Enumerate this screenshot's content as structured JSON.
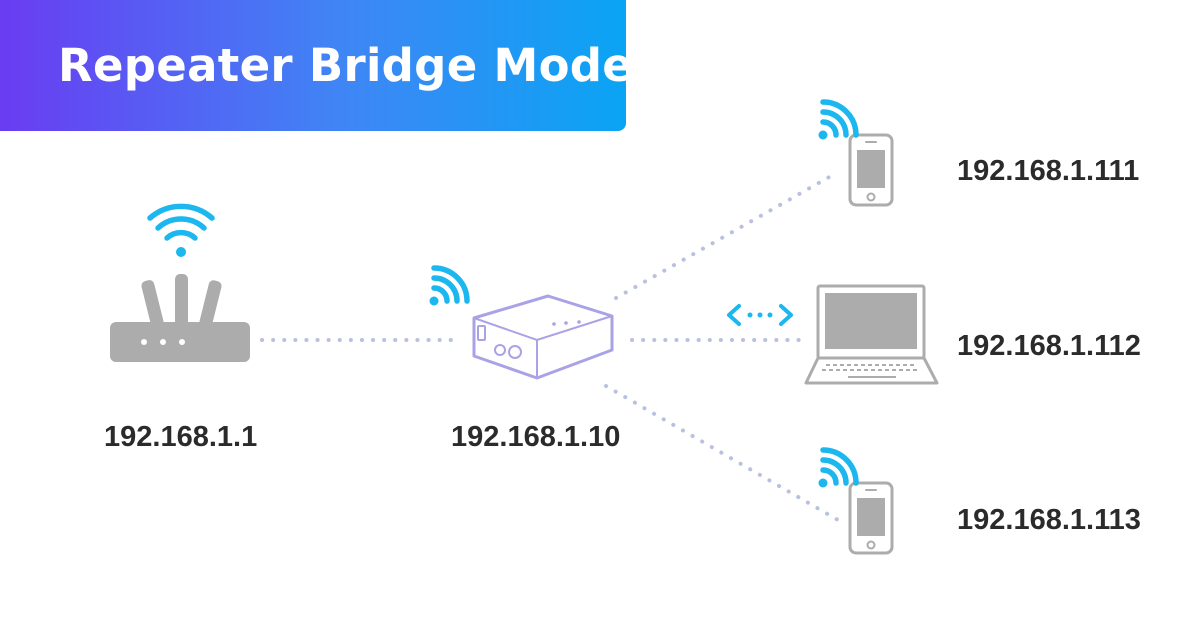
{
  "title": "Repeater Bridge Mode",
  "nodes": {
    "main_router": {
      "ip": "192.168.1.1",
      "icon": "router-icon"
    },
    "repeater": {
      "ip": "192.168.1.10",
      "icon": "travel-router-icon"
    },
    "clients": [
      {
        "ip": "192.168.1.111",
        "icon": "smartphone-icon"
      },
      {
        "ip": "192.168.1.112",
        "icon": "laptop-icon"
      },
      {
        "ip": "192.168.1.113",
        "icon": "smartphone-icon"
      }
    ]
  },
  "colors": {
    "banner_gradient": [
      "#6a3cf2",
      "#0aa4f4"
    ],
    "wifi": "#1bb7ee",
    "device": "#acacac",
    "repeater_outline": "#a9a2e6",
    "link": "#b8c1de",
    "label": "#2b2b2b"
  }
}
